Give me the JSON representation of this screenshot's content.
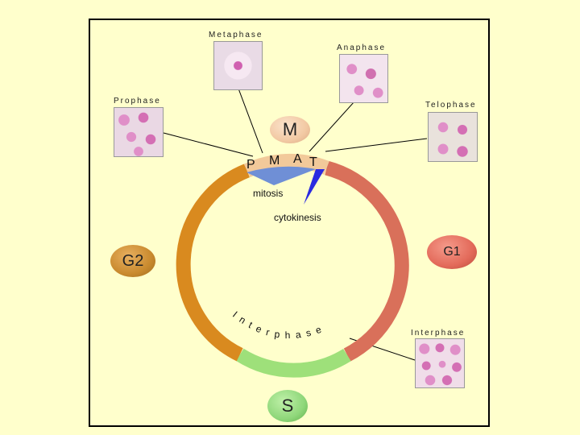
{
  "micrographs": {
    "metaphase": "Metaphase",
    "anaphase": "Anaphase",
    "prophase": "Prophase",
    "telophase": "Telophase",
    "interphase": "Interphase"
  },
  "phases": {
    "M": "M",
    "G1": "G1",
    "G2": "G2",
    "S": "S"
  },
  "ring_labels": {
    "P": "P",
    "M": "M",
    "A": "A",
    "T": "T",
    "mitosis": "mitosis",
    "cytokinesis": "cytokinesis",
    "interphase_arc": "Interphase"
  },
  "colors": {
    "background": "#ffffcc",
    "g2_arc": "#d98a1f",
    "g1_arc": "#d9705a",
    "s_arc": "#9ee07a",
    "m_arc": "#f2c99a",
    "mitosis_wedge": "#6f8fd6",
    "cytokinesis_wedge": "#2a2ae0",
    "blob_m": "#f2c9a3",
    "blob_g1": "#e36a5a",
    "blob_g2": "#c98a2e",
    "blob_s": "#8fd77a",
    "stain": "#e08fc8"
  }
}
